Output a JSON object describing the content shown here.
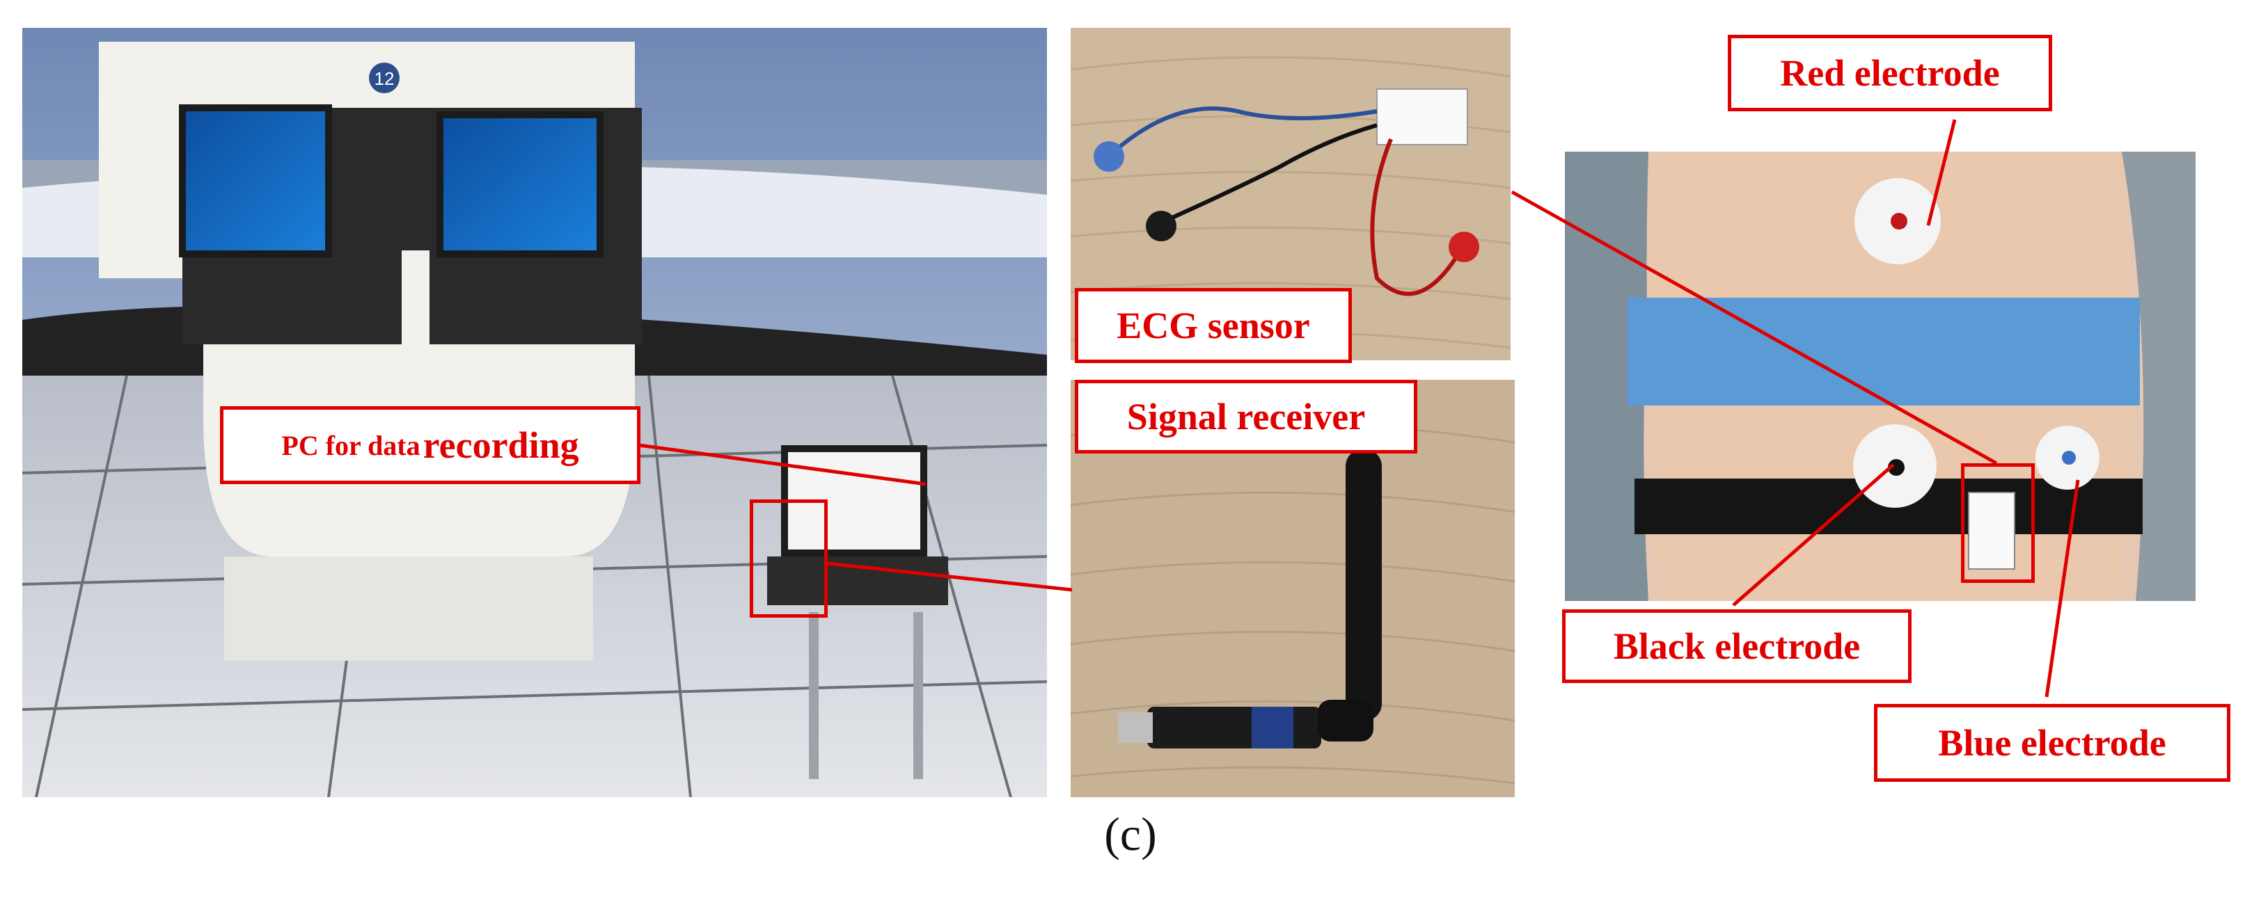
{
  "labels": {
    "pc_prefix": "PC for data",
    "pc_suffix": "recording",
    "ecg_sensor": "ECG sensor",
    "signal_receiver": "Signal receiver",
    "red_electrode": "Red electrode",
    "black_electrode": "Black electrode",
    "blue_electrode": "Blue electrode"
  },
  "simulator_badge": "12",
  "caption": "(c)",
  "colors": {
    "annotation": "#e00000",
    "censor_bar": "#5b9bd5"
  }
}
